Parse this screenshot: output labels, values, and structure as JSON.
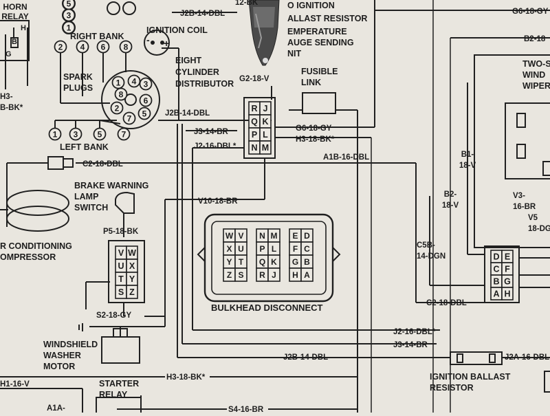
{
  "labels": {
    "horn_relay": [
      "HORN",
      "RELAY"
    ],
    "ignition_coil": "IGNITION COIL",
    "right_bank": "RIGHT BANK",
    "spark_plugs": [
      "SPARK",
      "PLUGS"
    ],
    "distributor": [
      "EIGHT",
      "CYLINDER",
      "DISTRIBUTOR"
    ],
    "left_bank": "LEFT BANK",
    "to_ignition": "O IGNITION",
    "ballast_resistor_top": "ALLAST RESISTOR",
    "temp_sending": [
      "EMPERATURE",
      "AUGE SENDING",
      "NIT"
    ],
    "fusible_link": [
      "FUSIBLE",
      "LINK"
    ],
    "brake_warning": [
      "BRAKE WARNING",
      "LAMP",
      "SWITCH"
    ],
    "air_conditioning": [
      "R CONDITIONING",
      "OMPRESSOR"
    ],
    "bulkhead": "BULKHEAD DISCONNECT",
    "washer_motor": [
      "WINDSHIELD",
      "WASHER",
      "MOTOR"
    ],
    "starter_relay": [
      "STARTER",
      "RELAY"
    ],
    "ignition_ballast": [
      "IGNITION BALLAST",
      "RESISTOR"
    ],
    "two_speed": [
      "TWO-S",
      "WIND",
      "WIPER"
    ]
  },
  "wires": {
    "j2b_14_dbl_top": "J2B-14-DBL",
    "g6_18_gy_top": "G6-18-GY",
    "b2_18": "B2-18",
    "g2_18_v": "G2-18-V",
    "h3_bk_left": [
      "H3-",
      "B-BK*"
    ],
    "j2b_14_dbl_mid": "J2B-14-DBL",
    "j3_14_br": "J3-14-BR",
    "j2_16_dbl": "J2-16-DBL*",
    "g6_18_gy": "G6-18-GY",
    "h3_18_bk": "H3-18-BK*",
    "a1b_16_dbl": "A1B-16-DBL",
    "c2_18_dbl": "C2-18-DBL",
    "v10_18_br": "V10-18-BR",
    "p5_18_bk": "P5-18-BK",
    "s2_18_gy": "S2-18-GY",
    "c5b_14_dgn": [
      "C5B-",
      "14-DGN"
    ],
    "c2_18_dbl_right": "C2-18-DBL",
    "j2_16_dbl_bottom": "J2-16-DBL*",
    "j3_14_br_bottom": "J3-14-BR",
    "j2b_14_dbl_bottom": "J2B-14-DBL",
    "j2a_16_dbl": "J2A-16-DBL",
    "h3_18_bk_bottom": "H3-18-BK*",
    "h1_16_v": "H1-16-V",
    "a1a": "A1A-",
    "s4_16_br": "S4-16-BR",
    "b1_18_v": [
      "B1-",
      "18-V"
    ],
    "b2_18_v": [
      "B2-",
      "18-V"
    ],
    "v3_16_br": [
      "V3-",
      "16-BR"
    ],
    "v5_18_dg": [
      "V5",
      "18-DG"
    ],
    "top_12_bk": "12-BK"
  },
  "connectors": {
    "top_connector": [
      [
        "R",
        "J"
      ],
      [
        "Q",
        "K"
      ],
      [
        "P",
        "L"
      ],
      [
        "N",
        "M"
      ]
    ],
    "washer_connector": [
      [
        "V",
        "W"
      ],
      [
        "U",
        "X"
      ],
      [
        "T",
        "Y"
      ],
      [
        "S",
        "Z"
      ]
    ],
    "wiper_connector": [
      [
        "D",
        "E"
      ],
      [
        "C",
        "F"
      ],
      [
        "B",
        "G"
      ],
      [
        "A",
        "H"
      ]
    ],
    "bulkhead_left": [
      [
        "W",
        "V"
      ],
      [
        "X",
        "U"
      ],
      [
        "Y",
        "T"
      ],
      [
        "Z",
        "S"
      ]
    ],
    "bulkhead_mid": [
      [
        "N",
        "M"
      ],
      [
        "P",
        "L"
      ],
      [
        "Q",
        "K"
      ],
      [
        "R",
        "J"
      ]
    ],
    "bulkhead_right": [
      [
        "E",
        "D"
      ],
      [
        "F",
        "C"
      ],
      [
        "G",
        "B"
      ],
      [
        "H",
        "A"
      ]
    ]
  },
  "plug_numbers": {
    "right_bank_top": [
      "5",
      "3",
      "1"
    ],
    "right_bank": [
      "2",
      "4",
      "6",
      "8"
    ],
    "left_bank": [
      "1",
      "3",
      "5",
      "7"
    ],
    "distributor_ring": [
      "1",
      "8",
      "4",
      "3",
      "6",
      "5",
      "7",
      "2"
    ]
  },
  "relay_pins": {
    "h": "H",
    "b": "B",
    "g": "G"
  },
  "coil_pins": {
    "minus": "-",
    "plus": "+"
  },
  "colors": {
    "paper": "#e9e6df",
    "ink": "#1f1f1f",
    "pen_body": "#555555"
  }
}
